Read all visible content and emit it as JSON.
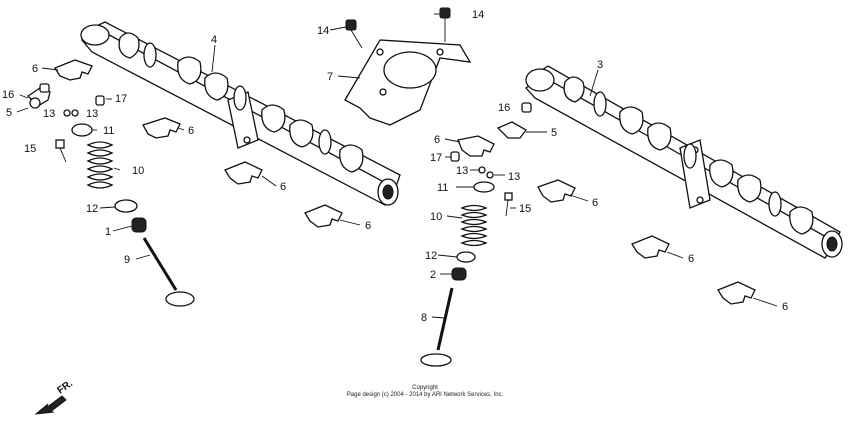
{
  "callouts": [
    "1",
    "2",
    "3",
    "4",
    "5",
    "6",
    "7",
    "8",
    "9",
    "10",
    "11",
    "12",
    "13",
    "14",
    "15",
    "16",
    "17"
  ],
  "copyright": {
    "line1": "Copyright",
    "line2": "Page design (c) 2004 - 2014 by ARI Network Services, Inc."
  },
  "direction": {
    "label": "FR."
  },
  "colors": {
    "ink": "#111111",
    "paper": "#ffffff"
  },
  "icons": [
    "camshaft",
    "valve-spring",
    "valve",
    "rocker-arm",
    "bolt",
    "holder-plate",
    "front-arrow"
  ]
}
